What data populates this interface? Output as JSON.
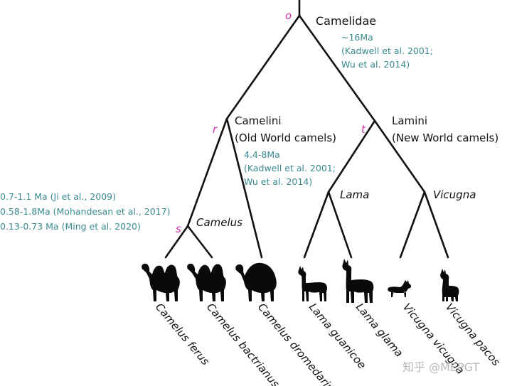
{
  "colors": {
    "node_letter": "#cc33aa",
    "date_text": "#3a8a90",
    "line": "#111111",
    "watermark": "#b8b8b8"
  },
  "nodes": {
    "o": {
      "letter": "o",
      "clade": "Camelidae",
      "dates": [
        "~16Ma",
        "(Kadwell et al. 2001;",
        "Wu et al. 2014)"
      ]
    },
    "r": {
      "letter": "r",
      "clade": [
        "Camelini",
        "(Old World camels)"
      ],
      "dates": [
        "4.4-8Ma",
        "(Kadwell et al. 2001;",
        "Wu et al. 2014)"
      ]
    },
    "t": {
      "letter": "t",
      "clade": [
        "Lamini",
        "(New World camels)"
      ]
    },
    "s": {
      "letter": "s",
      "clade": "Camelus",
      "dates": [
        "0.7-1.1 Ma (Ji et al., 2009)",
        "0.58-1.8Ma (Mohandesan et al., 2017)",
        "0.13-0.73 Ma (Ming et al. 2020)"
      ]
    },
    "lama": {
      "clade": "Lama"
    },
    "vicugna": {
      "clade": "Vicugna"
    }
  },
  "species": [
    {
      "name": "Camelus ferus",
      "icon": "bactrian-camel-silhouette"
    },
    {
      "name": "Camelus bactrianus",
      "icon": "bactrian-camel-silhouette"
    },
    {
      "name": "Camelus dromedarius",
      "icon": "dromedary-silhouette"
    },
    {
      "name": "Lama guanicoe",
      "icon": "guanaco-silhouette"
    },
    {
      "name": "Lama glama",
      "icon": "llama-silhouette"
    },
    {
      "name": "Vicugna vicugna",
      "icon": "vicuna-silhouette"
    },
    {
      "name": "Vicugna pacos",
      "icon": "alpaca-silhouette"
    }
  ],
  "watermark": "知乎 @MEPGT"
}
